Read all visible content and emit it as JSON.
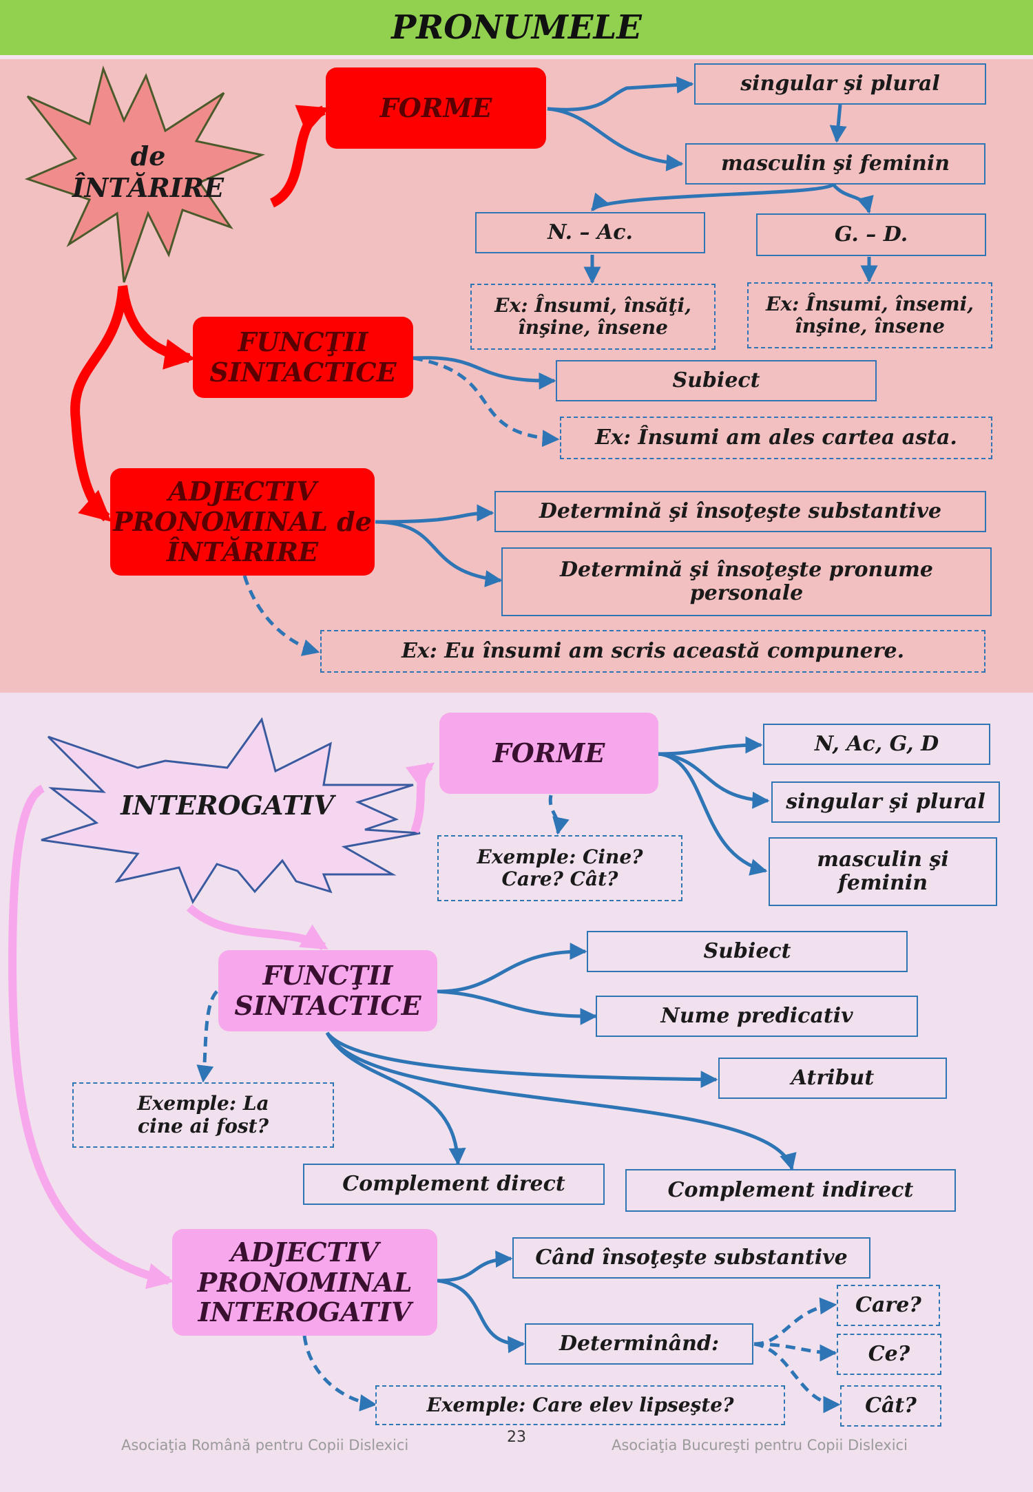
{
  "title": "PRONUMELE",
  "section1": {
    "star": "de ÎNTĂRIRE",
    "forme": "FORME",
    "forme_items": [
      "singular şi plural",
      "masculin şi feminin"
    ],
    "nac": "N. – Ac.",
    "gd": "G. – D.",
    "nac_example": "Ex: Însumi, însăţi, înşine, însene",
    "gd_example": "Ex: Însumi, însemi, înşine, însene",
    "functii": "FUNCŢII SINTACTICE",
    "subiect": "Subiect",
    "functii_example": "Ex: Însumi am ales cartea asta.",
    "adjectiv": "ADJECTIV PRONOMINAL de ÎNTĂRIRE",
    "adj_items": [
      "Determină şi însoţeşte substantive",
      "Determină şi însoţeşte pronume personale"
    ],
    "adj_example": "Ex: Eu însumi am scris această compunere."
  },
  "section2": {
    "star": "INTEROGATIV",
    "forme": "FORME",
    "forme_items": [
      "N, Ac, G, D",
      "singular şi plural",
      "masculin şi feminin"
    ],
    "forme_example": "Exemple: Cine? Care? Cât?",
    "functii": "FUNCŢII SINTACTICE",
    "functii_example": "Exemple: La cine ai fost?",
    "functii_items": [
      "Subiect",
      "Nume predicativ",
      "Atribut",
      "Complement direct",
      "Complement indirect"
    ],
    "adjectiv": "ADJECTIV PRONOMINAL INTEROGATIV",
    "adj_items": [
      "Când însoţeşte substantive",
      "Determinând:"
    ],
    "determinand_items": [
      "Care?",
      "Ce?",
      "Cât?"
    ],
    "adj_example": "Exemple:  Care elev lipseşte?"
  },
  "footer": {
    "left": "Asociaţia Română pentru Copii Dislexici",
    "page": "23",
    "right": "Asociaţia Bucureşti pentru Copii Dislexici"
  },
  "colors": {
    "header_green": "#92d050",
    "section1_bg": "#f2c0c0",
    "section2_bg": "#f1e0ee",
    "red_node": "#ff0000",
    "pink_node": "#f7a8ec",
    "connector_blue": "#2e75b6"
  }
}
